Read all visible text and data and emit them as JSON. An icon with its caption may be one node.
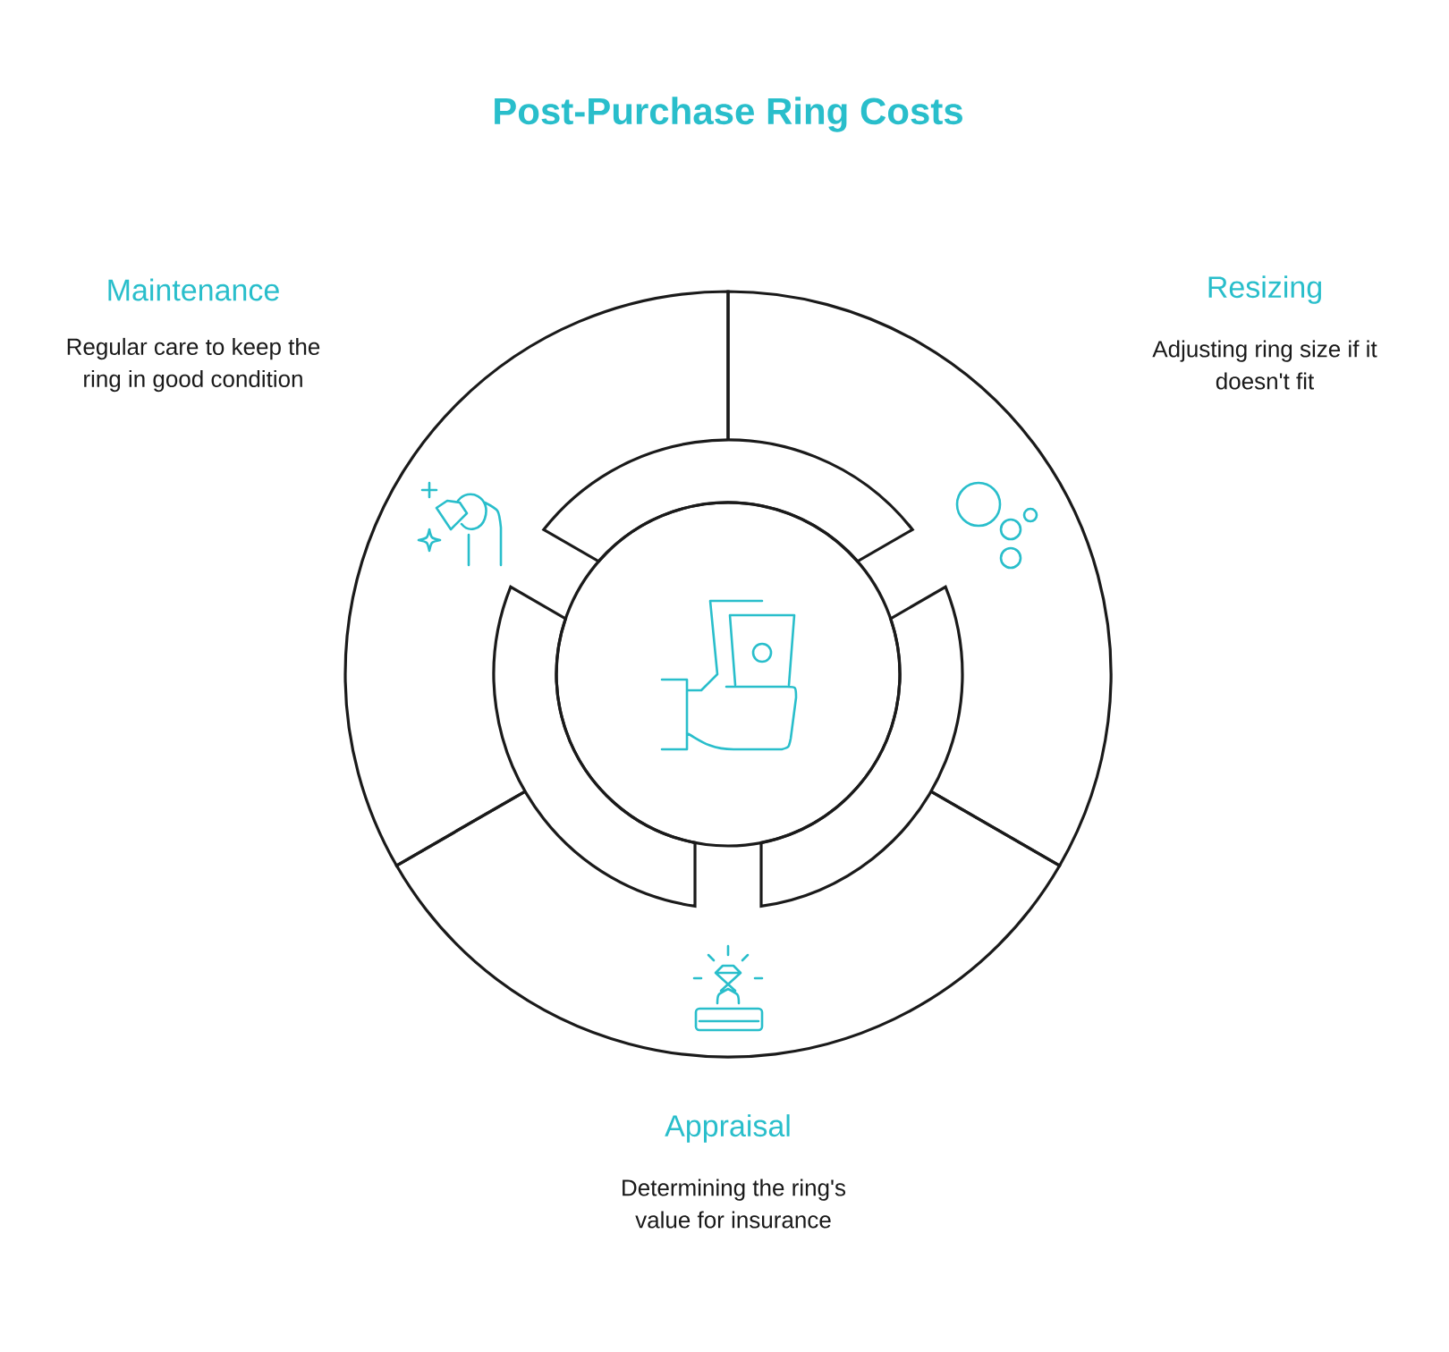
{
  "diagram": {
    "title": "Post-Purchase Ring Costs",
    "nodes": [
      {
        "text": [
          "Maintenance",
          "Regular care to keep the ring in good condition"
        ]
      },
      {
        "text": [
          "Resizing",
          "Adjusting ring size if it doesn't fit"
        ]
      },
      {
        "text": [],
        "shape": "arc"
      },
      {
        "text": [],
        "shape": "circle"
      },
      {
        "text": [],
        "shape": "arc"
      },
      {
        "text": [],
        "shape": "arc"
      },
      {
        "text": [
          "Appraisal",
          "Determining the ring's value for insurance"
        ]
      }
    ]
  }
}
